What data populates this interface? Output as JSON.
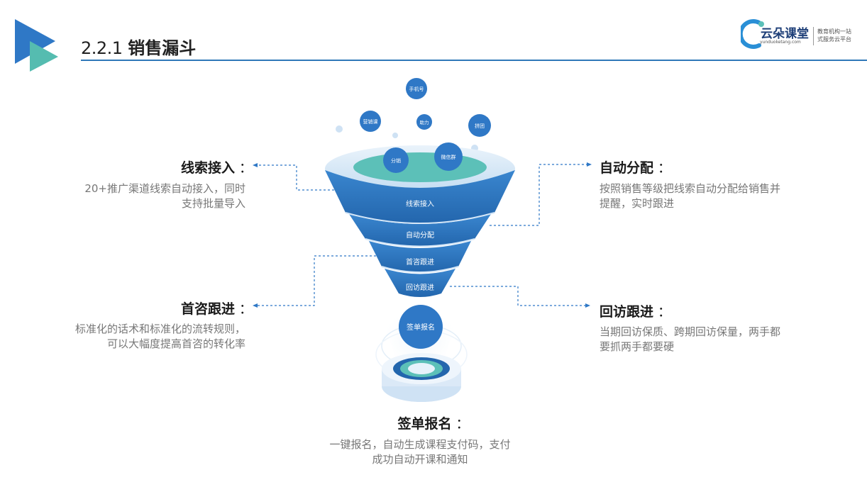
{
  "header": {
    "section_number": "2.2.1",
    "section_title": "销售漏斗"
  },
  "logo": {
    "name": "云朵课堂",
    "url": "yunduoketang.com",
    "tagline_line1": "教育机构一站",
    "tagline_line2": "式服务云平台"
  },
  "floating_tags": [
    "手机号",
    "营销课",
    "助力",
    "拼团",
    "分销",
    "微信群"
  ],
  "funnel_layers": [
    "线索接入",
    "自动分配",
    "首咨跟进",
    "回访跟进"
  ],
  "bottom_node": "签单报名",
  "sections": {
    "lead": {
      "title": "线索接入",
      "colon": "：",
      "desc_line1": "20+推广渠道线索自动接入，同时",
      "desc_line2": "支持批量导入"
    },
    "auto": {
      "title": "自动分配",
      "colon": "：",
      "desc_line1": "按照销售等级把线索自动分配给销售并",
      "desc_line2": "提醒，实时跟进"
    },
    "first": {
      "title": "首咨跟进",
      "colon": "：",
      "desc_line1": "标准化的话术和标准化的流转规则，",
      "desc_line2": "可以大幅度提高首咨的转化率"
    },
    "revisit": {
      "title": "回访跟进",
      "colon": "：",
      "desc_line1": "当期回访保质、跨期回访保量，两手都",
      "desc_line2": "要抓两手都要硬"
    },
    "sign": {
      "title": "签单报名",
      "colon": "：",
      "desc_line1": "一键报名，自动生成课程支付码，支付",
      "desc_line2": "成功自动开课和通知"
    }
  },
  "colors": {
    "primary_blue": "#2f78c6",
    "dark_blue": "#1f5ea6",
    "light_blue": "#d4e6f7",
    "teal": "#5cc0b8",
    "arrow_teal": "#55bcb0",
    "connector": "#2f78c6",
    "title_rule": "#2f78b8"
  }
}
